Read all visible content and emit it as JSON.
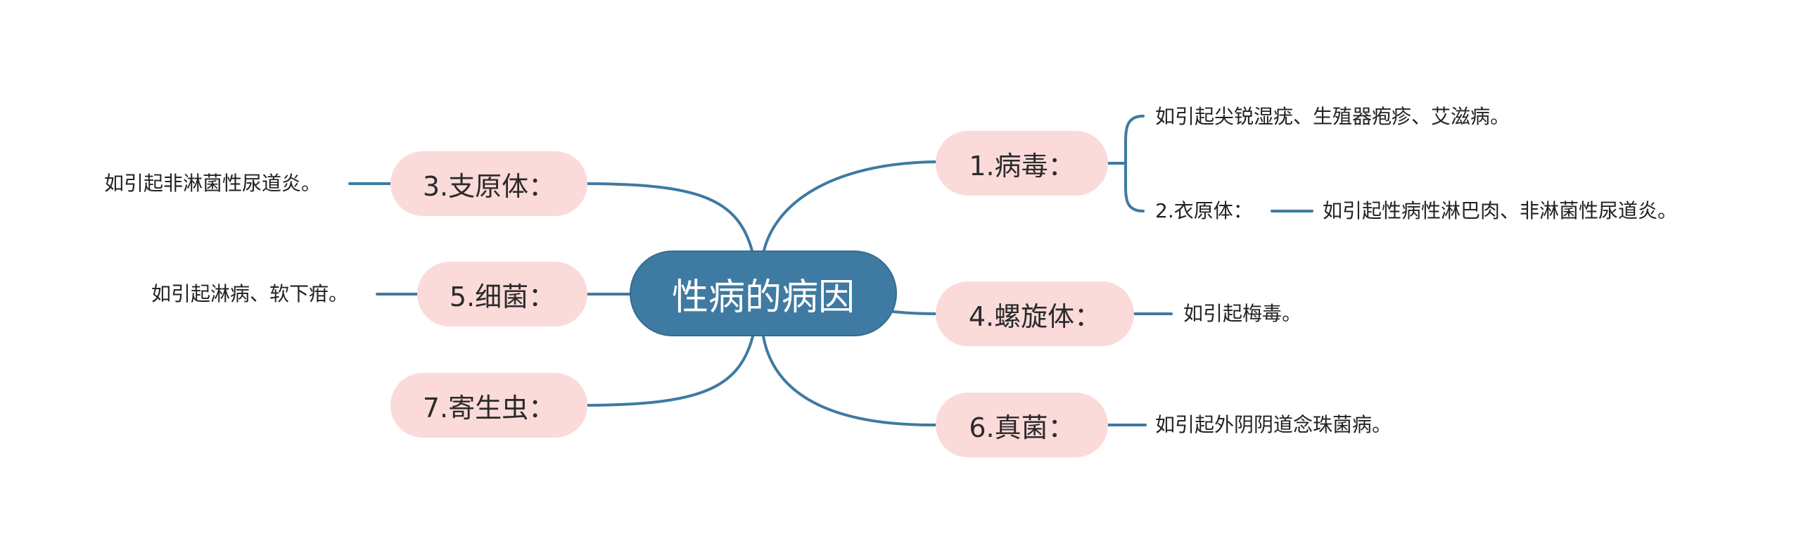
{
  "center": {
    "label": "性病的病因"
  },
  "branches": {
    "virus": {
      "label": "1.病毒：",
      "children": {
        "sub_note": "如引起尖锐湿疣、生殖器疱疹、艾滋病。",
        "chlamydia_label": "2.衣原体：",
        "chlamydia_note": "如引起性病性淋巴肉、非淋菌性尿道炎。"
      }
    },
    "mycoplasma": {
      "label": "3.支原体：",
      "note": "如引起非淋菌性尿道炎。"
    },
    "spirochete": {
      "label": "4.螺旋体：",
      "note": "如引起梅毒。"
    },
    "bacteria": {
      "label": "5.细菌：",
      "note": "如引起淋病、软下疳。"
    },
    "fungus": {
      "label": "6.真菌：",
      "note": "如引起外阴阴道念珠菌病。"
    },
    "parasite": {
      "label": "7.寄生虫："
    }
  },
  "colors": {
    "center_fill": "#3e7aa1",
    "branch_fill": "#fbdada",
    "connector": "#3e7aa1"
  }
}
